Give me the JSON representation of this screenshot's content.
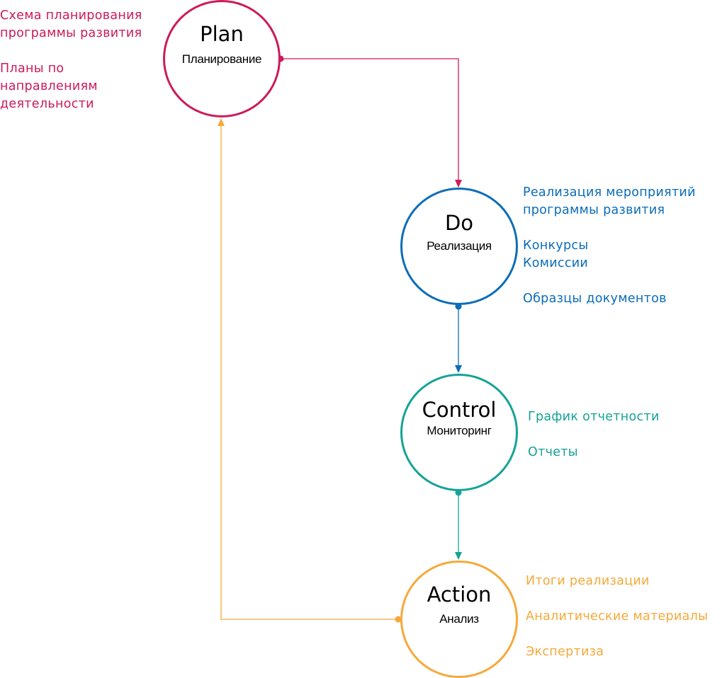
{
  "colors": {
    "plan": "#cc1a5a",
    "do": "#0b6db8",
    "control": "#14a396",
    "action": "#f5a93a"
  },
  "nodes": {
    "plan": {
      "title": "Plan",
      "subtitle": "Планирование"
    },
    "do": {
      "title": "Do",
      "subtitle": "Реализация"
    },
    "control": {
      "title": "Control",
      "subtitle": "Мониторинг"
    },
    "action": {
      "title": "Action",
      "subtitle": "Анализ"
    }
  },
  "plan_items": [
    "Схема планирования\nпрограммы развития",
    "Планы по\nнаправлениям\nдеятельности"
  ],
  "do_items": [
    "Реализация мероприятий\nпрограммы развития",
    "Конкурсы",
    "Комиссии",
    "Образцы документов"
  ],
  "control_items": [
    "График отчетности",
    "Отчеты"
  ],
  "action_items": [
    "Итоги реализации",
    "Аналитические материалы",
    "Экспертиза"
  ]
}
